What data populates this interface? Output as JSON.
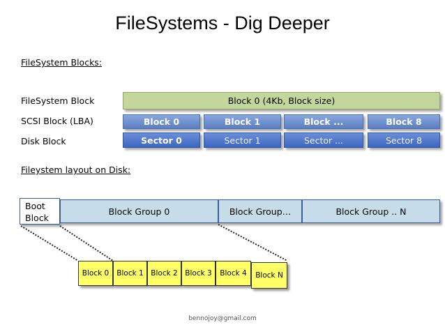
{
  "title": "FileSystems - Dig Deeper",
  "section1_heading": "FileSystem Blocks:",
  "row_labels": {
    "filesystem_block": "FileSystem Block",
    "scsi_block": "SCSI Block (LBA)",
    "disk_block": "Disk Block"
  },
  "filesystem_block_text": "Block 0 (4Kb, Block size)",
  "scsi_blocks": [
    "Block 0",
    "Block 1",
    "Block ...",
    "Block 8"
  ],
  "disk_blocks": [
    "Sector 0",
    "Sector 1",
    "Sector ...",
    "Sector 8"
  ],
  "section2_heading": "Fileystem layout on Disk:",
  "boot_block": "Boot Block",
  "block_groups": [
    "Block Group 0",
    "Block Group…",
    "Block Group .. N"
  ],
  "group_blocks": [
    "Block 0",
    "Block 1",
    "Block 2",
    "Block 3",
    "Block 4",
    "Block N"
  ],
  "footer": "bennojoy@gmail.com",
  "colors": {
    "filesystem_block": "#c3d69b",
    "scsi_block": "#6f8fd0",
    "disk_block": "#4a72c8",
    "block_group": "#c6dde9",
    "group_block": "#ffff66"
  }
}
